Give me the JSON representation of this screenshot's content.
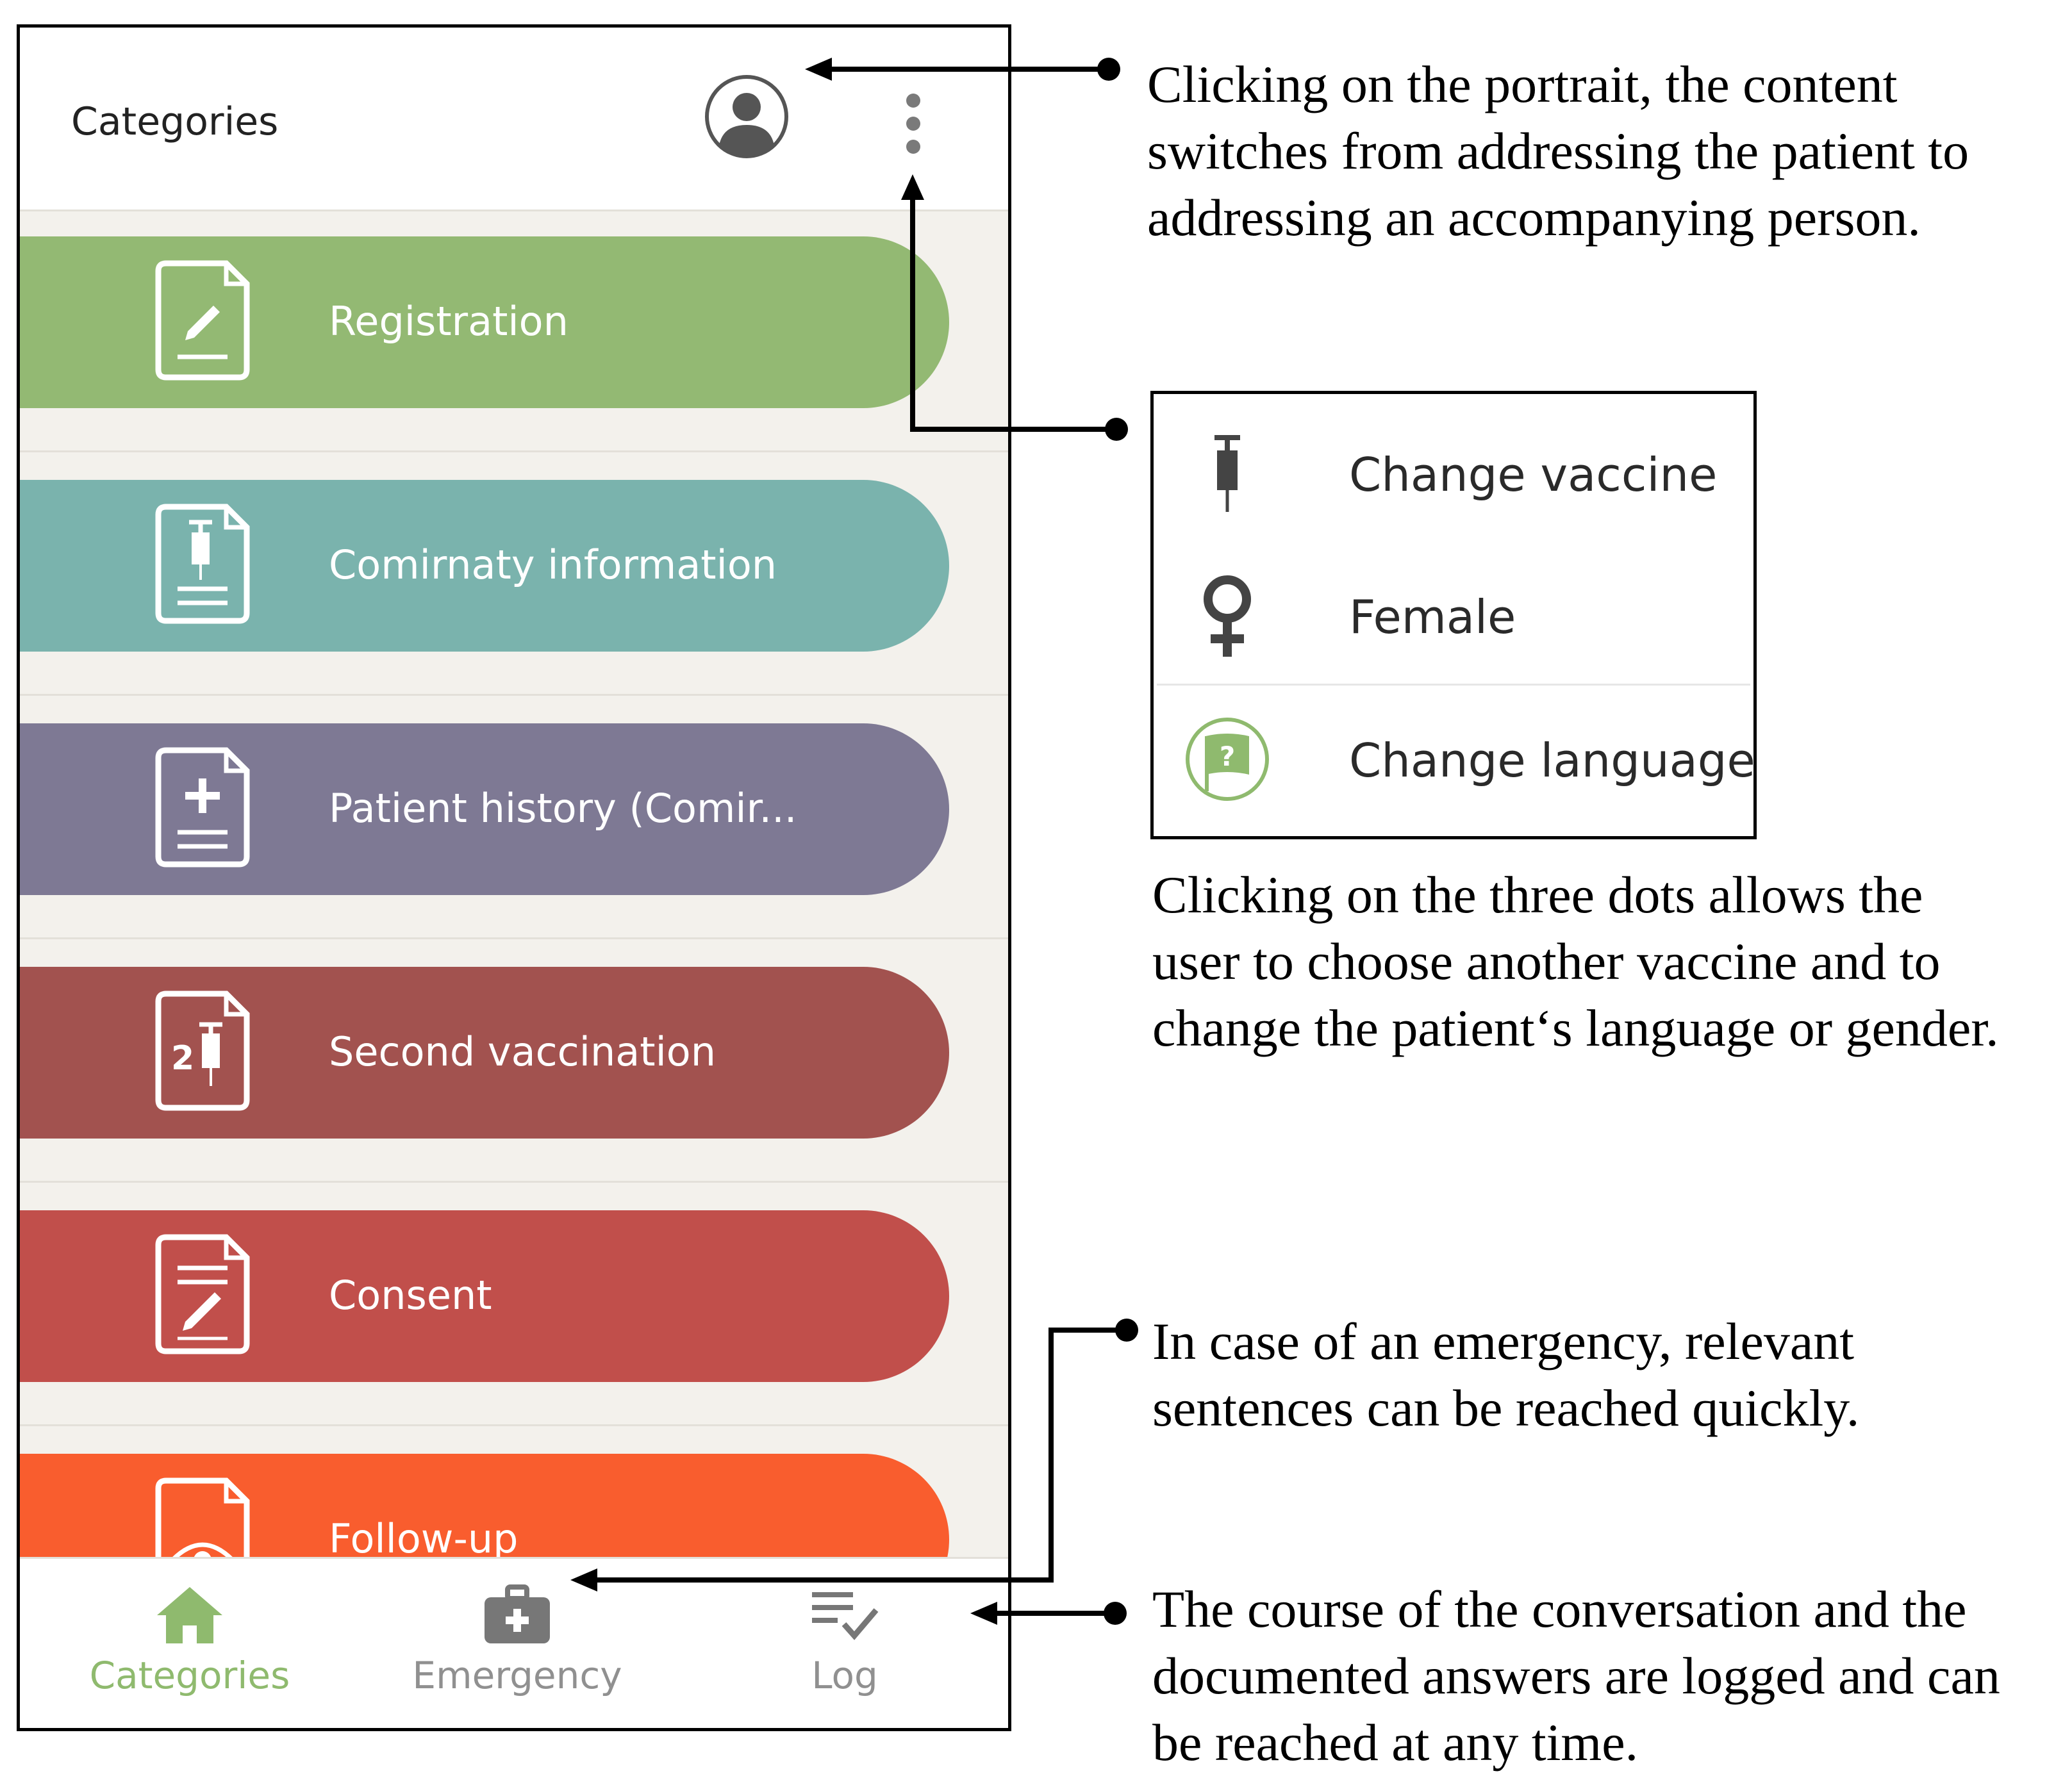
{
  "header": {
    "title": "Categories"
  },
  "icons": {
    "portrait": "user-portrait-icon",
    "menu": "three-dots-icon"
  },
  "categories": [
    {
      "label": "Registration",
      "color": "#93b973",
      "icon": "document-edit-icon"
    },
    {
      "label": "Comirnaty information",
      "color": "#7ab3ad",
      "icon": "document-syringe-icon"
    },
    {
      "label": "Patient history (Comir...",
      "color": "#7e7994",
      "icon": "document-plus-icon"
    },
    {
      "label": "Second vaccination",
      "color": "#a2524f",
      "icon": "document-second-dose-icon"
    },
    {
      "label": "Consent",
      "color": "#c14f4b",
      "icon": "document-sign-icon"
    },
    {
      "label": "Follow-up",
      "color": "#f95d2e",
      "icon": "document-eye-icon"
    }
  ],
  "navbar": {
    "active_color": "#8fba6e",
    "inactive_color": "#909090",
    "items": [
      {
        "label": "Categories",
        "icon": "home-icon"
      },
      {
        "label": "Emergency",
        "icon": "first-aid-kit-icon"
      },
      {
        "label": "Log",
        "icon": "checklist-icon"
      }
    ]
  },
  "menu": {
    "items": [
      {
        "label": "Change vaccine",
        "icon": "syringe-icon"
      },
      {
        "label": "Female",
        "icon": "female-symbol-icon"
      },
      {
        "label": "Change language",
        "icon": "language-flag-icon",
        "badge": "?"
      }
    ]
  },
  "annotations": {
    "portrait": [
      "Clicking on the portrait, the content",
      "switches from addressing the patient to",
      "addressing an accompanying person."
    ],
    "dots": [
      "Clicking on the three dots allows the",
      "user to choose another vaccine and to",
      "change the patient‘s language or gender."
    ],
    "emergency": [
      "In case of an emergency, relevant",
      "sentences can be reached quickly."
    ],
    "log": [
      "The course of the conversation and the",
      "documented answers are logged and can",
      "be reached at any time."
    ]
  }
}
